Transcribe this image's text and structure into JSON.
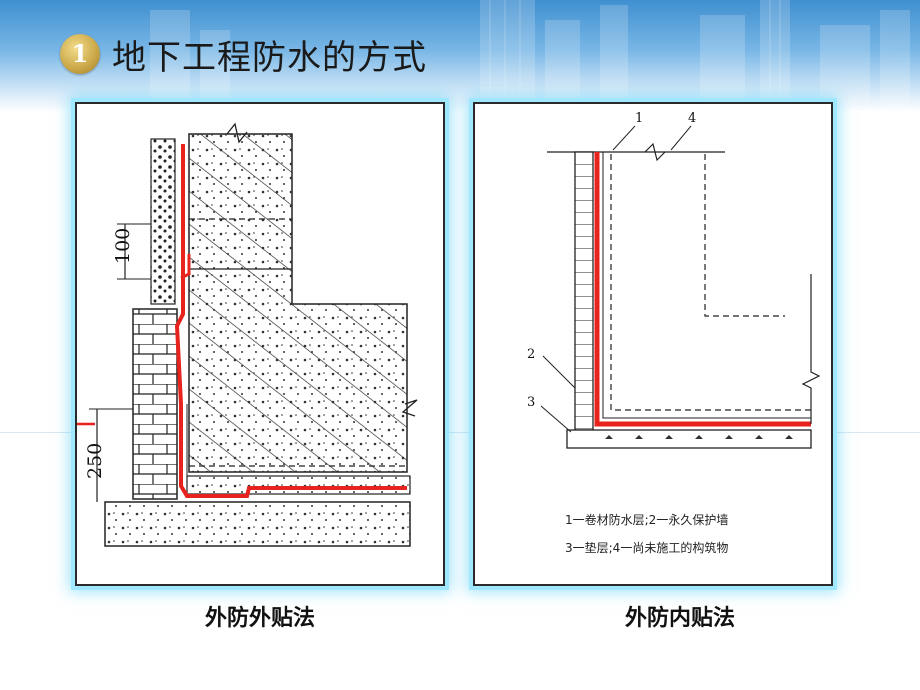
{
  "slide": {
    "badge_number": "1",
    "title": "地下工程防水的方式"
  },
  "figure_left": {
    "dim_100": "100",
    "dim_250": "250",
    "caption": "外防外贴法"
  },
  "figure_right": {
    "label_1": "1",
    "label_2": "2",
    "label_3": "3",
    "label_4": "4",
    "legend_line1": "1一卷材防水层;2一永久保护墙",
    "legend_line2": "3一垫层;4一尚未施工的构筑物",
    "caption": "外防内贴法"
  },
  "colors": {
    "membrane": "#e8231e",
    "panel_glow": "#5fd3f5",
    "badge_gold": "#c9a646"
  }
}
